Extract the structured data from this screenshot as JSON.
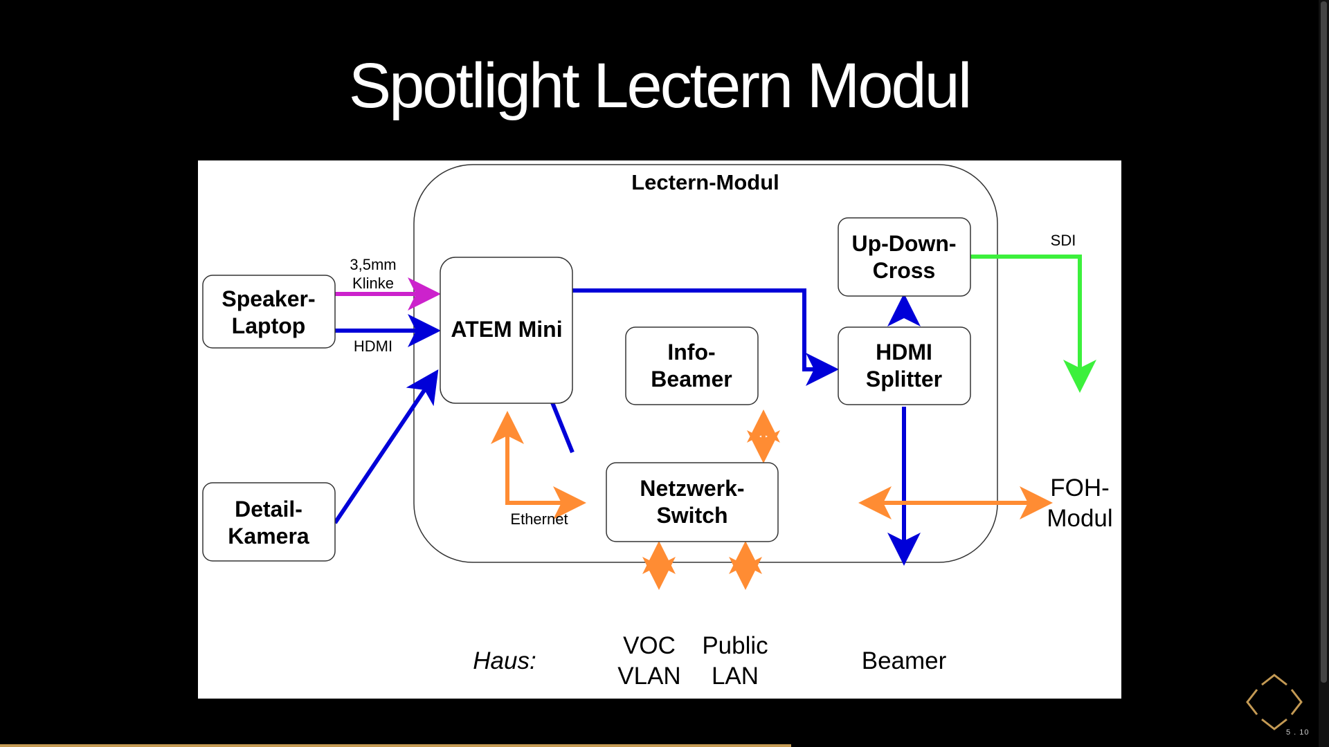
{
  "slide": {
    "title": "Spotlight Lectern Modul",
    "slide_number": "5 . 10",
    "progress": 0.6
  },
  "diagram": {
    "module_label": "Lectern-Modul",
    "nodes": {
      "speaker_laptop": [
        "Speaker-",
        "Laptop"
      ],
      "detail_kamera": [
        "Detail-",
        "Kamera"
      ],
      "atem_mini": [
        "ATEM Mini"
      ],
      "info_beamer": [
        "Info-",
        "Beamer"
      ],
      "updown_cross": [
        "Up-Down-",
        "Cross"
      ],
      "hdmi_splitter": [
        "HDMI",
        "Splitter"
      ],
      "netzwerk_switch": [
        "Netzwerk-",
        "Switch"
      ]
    },
    "externals": {
      "foh_modul": [
        "FOH-",
        "Modul"
      ],
      "beamer": "Beamer",
      "haus": "Haus:",
      "voc_vlan": [
        "VOC",
        "VLAN"
      ],
      "public_lan": [
        "Public",
        "LAN"
      ]
    },
    "connection_labels": {
      "klinke": [
        "3,5mm",
        "Klinke"
      ],
      "hdmi": "HDMI",
      "sdi": "SDI",
      "ethernet": "Ethernet"
    },
    "colors": {
      "audio": "#cc22cc",
      "video": "#0000d8",
      "network": "#ff8c33",
      "sdi": "#3cf03c"
    }
  }
}
